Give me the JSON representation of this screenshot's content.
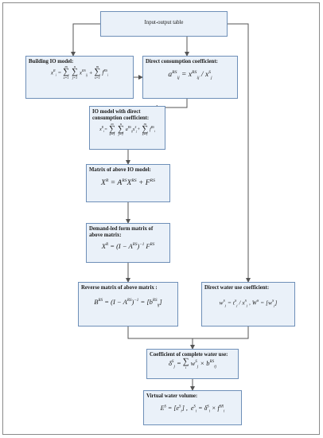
{
  "boxes": {
    "input_output_table": {
      "title": "Input-output table"
    },
    "building_io_model": {
      "title": "Building IO model:",
      "eq_lhs": "x",
      "eq_lhs_sub": "i",
      "eq_lhs_sup": "R",
      "term1": "x",
      "term1_sub": "ij",
      "term1_sup": "RS",
      "term2": "f",
      "term2_sub": "i",
      "term2_sup": "RS",
      "sum_m": "m",
      "sum_n": "n",
      "sum_s1": "s=1",
      "sum_j1": "j=1"
    },
    "direct_consumption": {
      "title": "Direct consumption coefficient:",
      "eq": "a",
      "eq_sub": "ij",
      "eq_sup": "RS",
      "rhs1": "x",
      "rhs1_sub": "ij",
      "rhs1_sup": "RS",
      "rhs2": "x",
      "rhs2_sub": "j",
      "rhs2_sup": "S"
    },
    "io_model_direct": {
      "title": "IO model with direct consumption coefficient:",
      "eq_lhs": "x",
      "eq_lhs_sub": "i",
      "eq_lhs_sup": "R",
      "term1": "a",
      "term1_sub": "ij",
      "term1_sup": "RS",
      "term1b": "x",
      "term1b_sub": "j",
      "term1b_sup": "S",
      "term2": "f",
      "term2_sub": "i",
      "term2_sup": "RS",
      "sum_m": "m",
      "sum_n": "n",
      "sum_s1": "s=1",
      "sum_j1": "j=1"
    },
    "matrix_io": {
      "title": "Matrix of above IO model:",
      "lhs": "X",
      "lhs_sup": "R",
      "a": "A",
      "a_sup": "RS",
      "x": "X",
      "x_sup": "RS",
      "f": "F",
      "f_sup": "RS"
    },
    "demand_led": {
      "title": "Demand-led form matrix of above matrix:",
      "lhs": "X",
      "lhs_sup": "R",
      "body": "(I − A",
      "body_sup": "RS",
      "inv": "−1",
      "f": "F",
      "f_sup": "RS"
    },
    "reverse_matrix": {
      "title": "Reverse matrix of above matrix :",
      "lhs": "B",
      "lhs_sup": "RS",
      "body": "(I − A",
      "body_sup": "RS",
      "inv": "−1",
      "rhs": "[b",
      "rhs_sub": "ij",
      "rhs_sup": "RS"
    },
    "direct_water": {
      "title": "Direct water use coefficient:",
      "w": "w",
      "w_sub": "j",
      "w_sup": "S",
      "t": "t",
      "t_sub": "j",
      "t_sup": "S",
      "x": "x",
      "x_sub": "j",
      "x_sup": "S",
      "W": "W",
      "W_sup": "S",
      "wb": "[w",
      "wb_sub": "j",
      "wb_sup": "S"
    },
    "complete_water": {
      "title": "Coefficient of complete water use:",
      "lhs": "δ",
      "lhs_sub": "j",
      "lhs_sup": "S",
      "sum_i": "i",
      "w": "w",
      "w_sub": "j",
      "w_sup": "S",
      "b": "b",
      "b_sub": "ij",
      "b_sup": "RS"
    },
    "virtual_water": {
      "title": "Virtual water volume:",
      "E": "E",
      "E_sup": "S",
      "e": "[e",
      "e_sub": "i",
      "e_sup": "S",
      "e2": "e",
      "e2_sub": "i",
      "e2_sup": "S",
      "d": "δ",
      "d_sub": "i",
      "d_sup": "S",
      "f": "f",
      "f_sub": "i",
      "f_sup": "SR"
    }
  },
  "colors": {
    "box_fill": "#eaf1f9",
    "box_border": "#6e8fb8",
    "line": "#555555"
  }
}
